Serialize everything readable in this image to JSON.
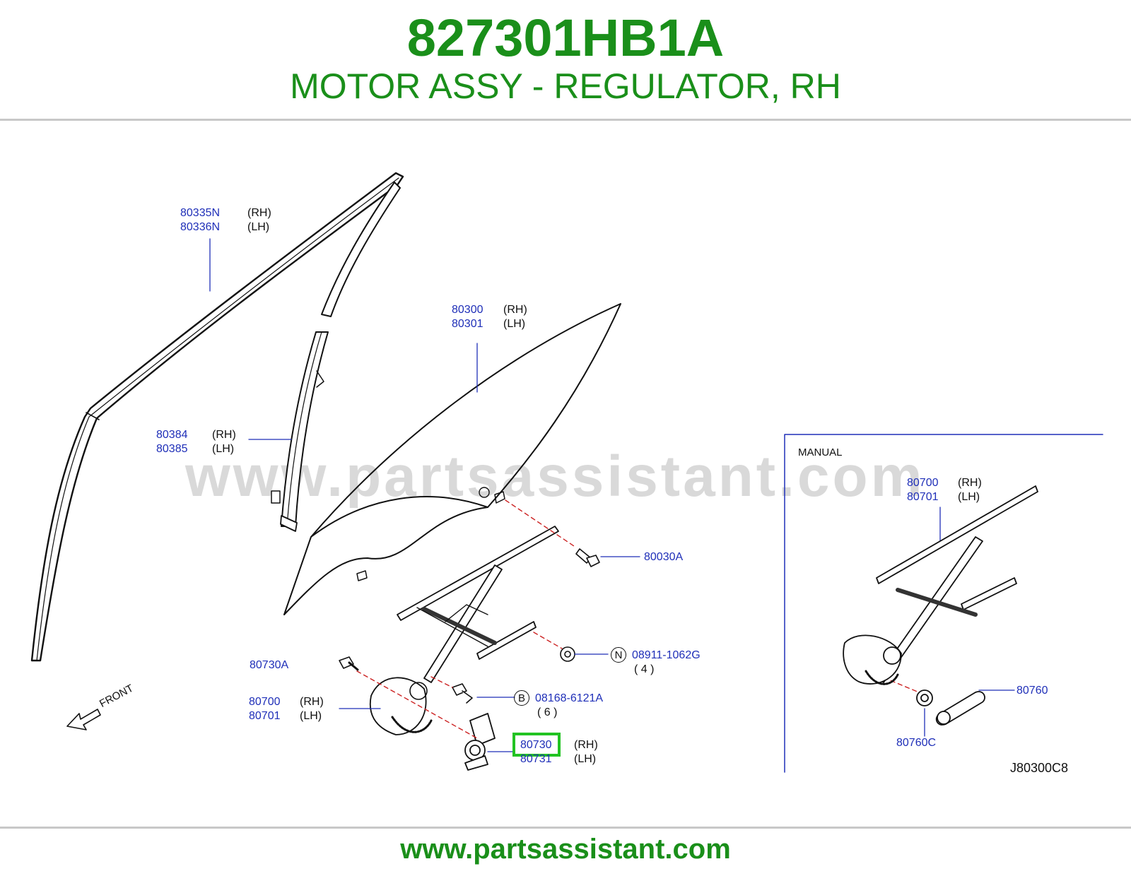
{
  "header": {
    "part_number": "827301HB1A",
    "description": "MOTOR ASSY - REGULATOR, RH"
  },
  "watermark": "www.partsassistant.com",
  "footer": {
    "url": "www.partsassistant.com"
  },
  "colors": {
    "title_green": "#1a8f1a",
    "label_blue": "#1f2fb8",
    "highlight_green": "#22c322"
  },
  "labels": {
    "l80335n": "80335N",
    "l80336n": "80336N",
    "l80384": "80384",
    "l80385": "80385",
    "l80300": "80300",
    "l80301": "80301",
    "l80030a": "80030A",
    "l80730a": "80730A",
    "l80700": "80700",
    "l80701": "80701",
    "l08911": "08911-1062G",
    "l08911_qty": "(   4   )",
    "l08168": "08168-6121A",
    "l08168_qty": "(   6   )",
    "l80730": "80730",
    "l80731": "80731",
    "manual_title": "MANUAL",
    "m80700": "80700",
    "m80701": "80701",
    "m80760": "80760",
    "m80760c": "80760C",
    "front": "FRONT",
    "code": "J80300C8",
    "circle_n": "N",
    "circle_b": "B"
  },
  "side": {
    "rh": "(RH)",
    "lh": "(LH)"
  },
  "highlighted_part": "80730"
}
